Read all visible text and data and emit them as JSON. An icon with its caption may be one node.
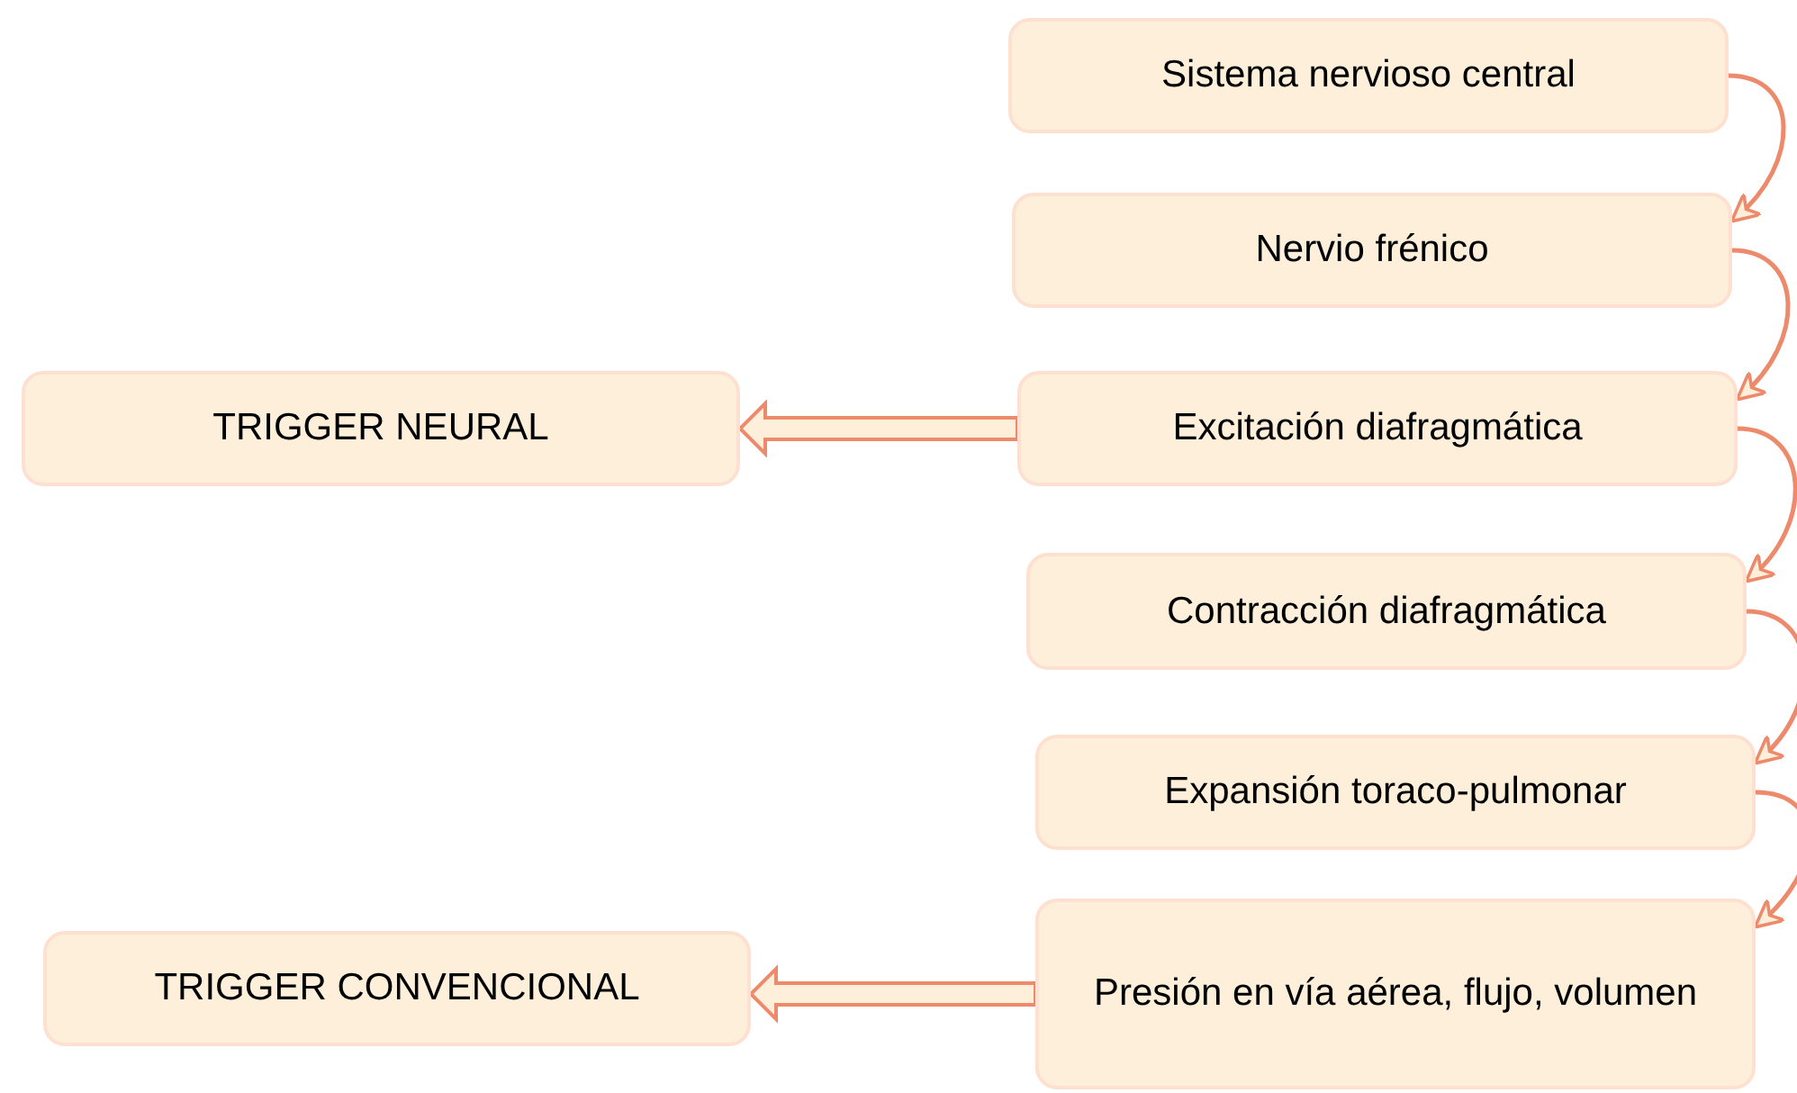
{
  "diagram": {
    "nodes": [
      {
        "text": [
          "Sistema nervioso central"
        ]
      },
      {
        "text": [
          "Nervio frénico"
        ]
      },
      {
        "text": [
          "Excitación diafragmática"
        ]
      },
      {
        "text": [
          "Contracción diafragmática"
        ]
      },
      {
        "text": [
          "Expansión toraco-pulmonar"
        ]
      },
      {
        "text": [
          "Presión en vía aérea, flujo, volumen"
        ]
      },
      {
        "text": [
          "TRIGGER NEURAL"
        ]
      },
      {
        "text": [
          "TRIGGER CONVENCIONAL"
        ]
      }
    ],
    "edges": [
      {
        "from": 0,
        "to": 1,
        "arrow": "to"
      },
      {
        "from": 1,
        "to": 2,
        "arrow": "to"
      },
      {
        "from": 2,
        "to": 3,
        "arrow": "to"
      },
      {
        "from": 3,
        "to": 4,
        "arrow": "to"
      },
      {
        "from": 4,
        "to": 5,
        "arrow": "to"
      },
      {
        "from": 2,
        "to": 6,
        "arrow": "to"
      },
      {
        "from": 5,
        "to": 7,
        "arrow": "to"
      }
    ]
  }
}
